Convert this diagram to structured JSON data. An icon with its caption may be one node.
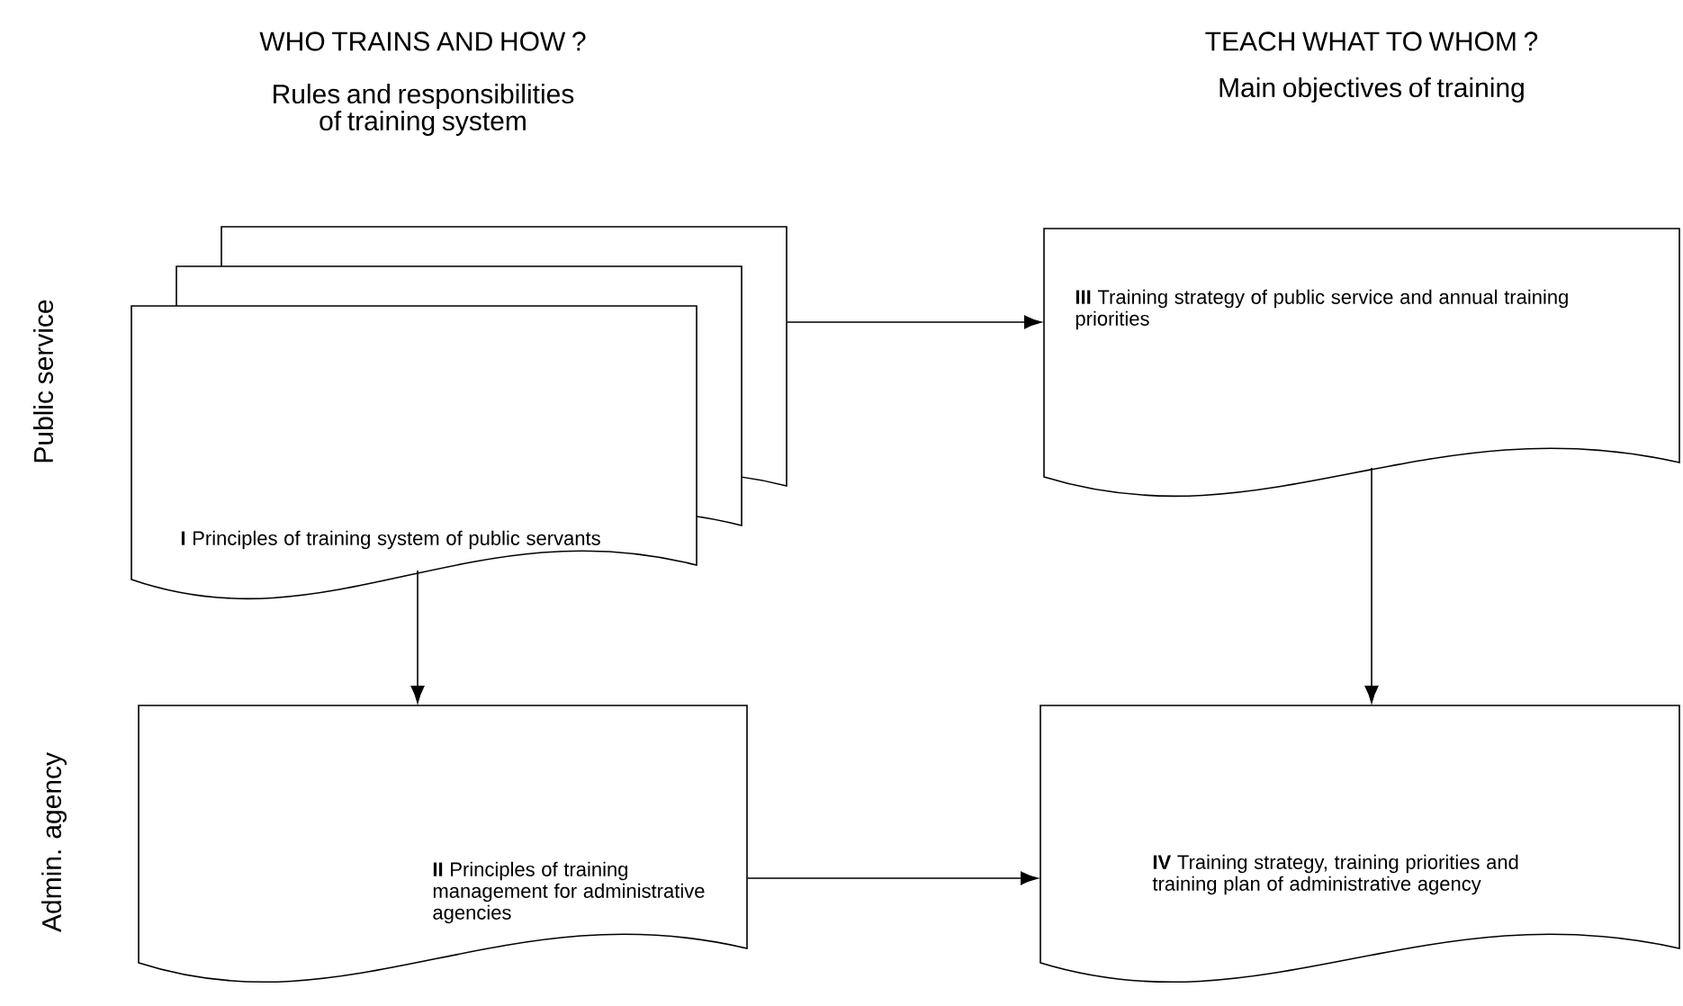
{
  "diagram": {
    "nodes": [
      {
        "text": [
          "**I** Principles of training system of public servants"
        ]
      },
      {
        "text": [
          "**III** Training strategy of public service and annual training priorities"
        ]
      },
      {
        "text": [
          "**II** Principles of training management for administrative agencies"
        ]
      },
      {
        "text": [
          "**IV** Training strategy, training priorities and training plan of administrative agency"
        ]
      }
    ],
    "edges": [
      {
        "from": 0,
        "to": 1,
        "arrow": "to"
      },
      {
        "from": 0,
        "to": 2,
        "arrow": "to"
      },
      {
        "from": 1,
        "to": 3,
        "arrow": "to"
      },
      {
        "from": 2,
        "to": 3,
        "arrow": "to"
      }
    ],
    "labels": [
      "WHO TRAINS AND HOW ?",
      "TEACH WHAT TO WHOM ?",
      "Rules and responsibilities of training system",
      "Main objectives of training",
      "Public service",
      "Admin. agency"
    ]
  }
}
